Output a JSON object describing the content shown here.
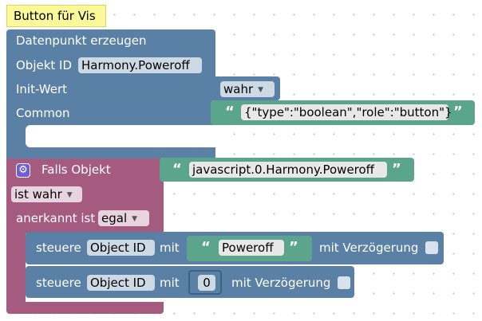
{
  "comment": "Button für Vis",
  "create_state": {
    "title": "Datenpunkt erzeugen",
    "object_id_label": "Objekt ID",
    "object_id_value": "Harmony.Poweroff",
    "init_label": "Init-Wert",
    "init_value": "wahr",
    "common_label": "Common",
    "common_value": "{\"type\":\"boolean\",\"role\":\"button\"}"
  },
  "event": {
    "title": "Falls Objekt",
    "object_value": "javascript.0.Harmony.Poweroff",
    "condition_value": "ist wahr",
    "ack_label": "anerkannt ist",
    "ack_value": "egal"
  },
  "control_1": {
    "label": "steuere",
    "object_field": "Object ID",
    "with_label": "mit",
    "value": "Poweroff",
    "delay_label": "mit Verzögerung"
  },
  "control_2": {
    "label": "steuere",
    "object_field": "Object ID",
    "with_label": "mit",
    "value": "0",
    "delay_label": "mit Verzögerung"
  },
  "glyphs": {
    "quote_open": "“",
    "quote_close": "”",
    "caret": "▼",
    "gear": "⚙"
  },
  "colors": {
    "create_block": "#5b80a5",
    "text_block": "#5ba58c",
    "event_block": "#a55b80",
    "comment": "#fbf89a"
  }
}
